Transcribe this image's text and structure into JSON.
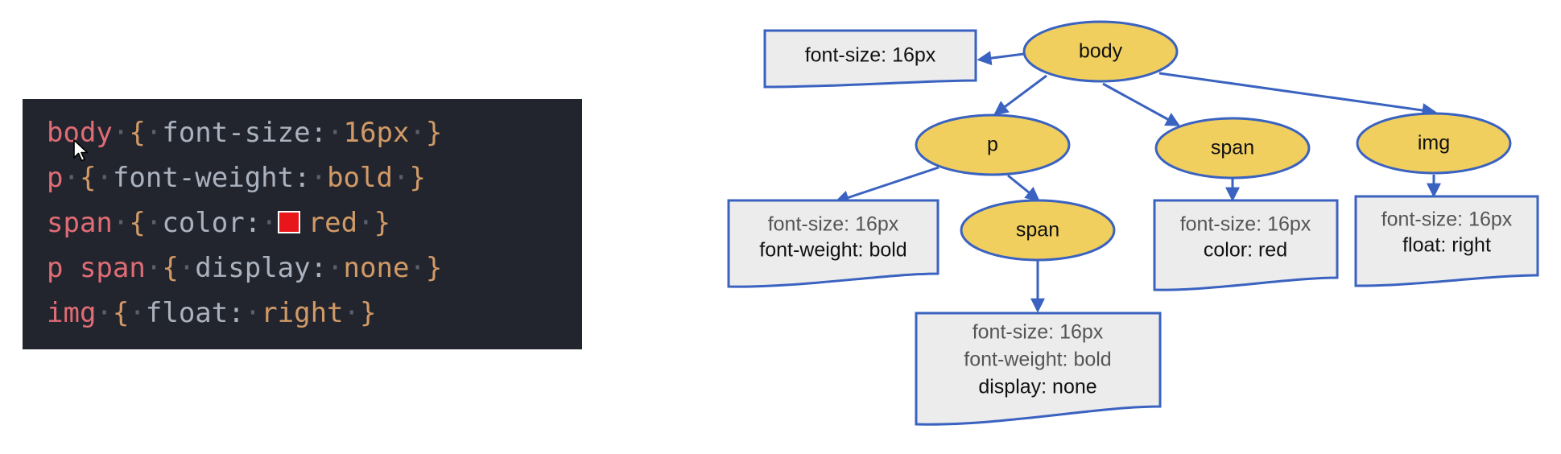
{
  "code": {
    "lines": [
      {
        "selector": "body",
        "open": "{",
        "property": "font-size:",
        "value": "16px",
        "close": "}"
      },
      {
        "selector": "p",
        "open": "{",
        "property": "font-weight:",
        "value": "bold",
        "close": "}"
      },
      {
        "selector": "span",
        "open": "{",
        "property": "color:",
        "value": "red",
        "close": "}",
        "swatch_color": "#e8151b"
      },
      {
        "selector": "p span",
        "open": "{",
        "property": "display:",
        "value": "none",
        "close": "}"
      },
      {
        "selector": "img",
        "open": "{",
        "property": "float:",
        "value": "right",
        "close": "}"
      }
    ]
  },
  "tree": {
    "nodes": {
      "body": "body",
      "p": "p",
      "span_top": "span",
      "img": "img",
      "span_child": "span"
    },
    "boxes": {
      "body": [
        "font-size: 16px"
      ],
      "p": [
        "font-size: 16px",
        "font-weight: bold"
      ],
      "span_top": [
        "font-size: 16px",
        "color: red"
      ],
      "img": [
        "font-size: 16px",
        "float: right"
      ],
      "span_child": [
        "font-size: 16px",
        "font-weight: bold",
        "display: none"
      ]
    }
  },
  "colors": {
    "node_fill": "#f0cf5f",
    "edge": "#3a62c0",
    "box_fill": "#ececec",
    "code_bg": "#23252e"
  }
}
